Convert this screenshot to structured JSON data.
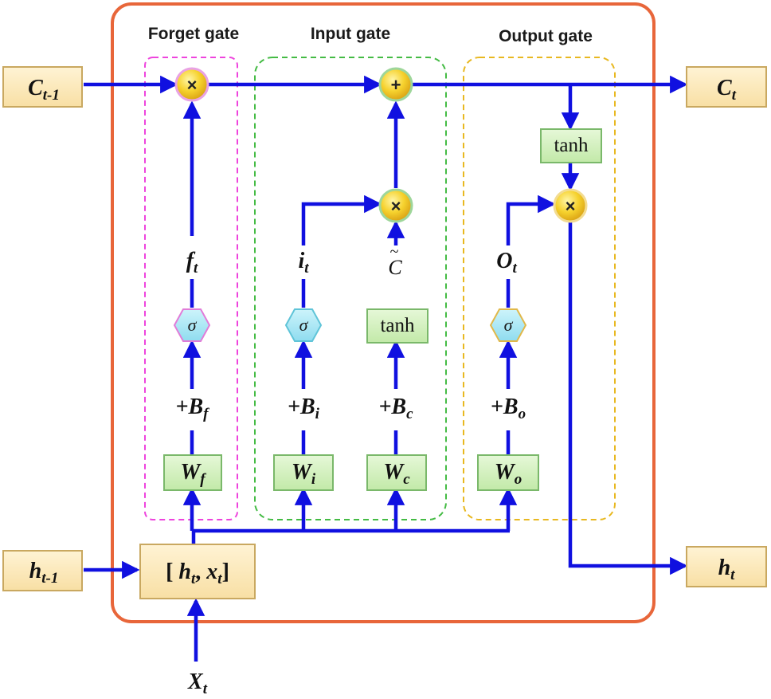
{
  "colors": {
    "arrow": "#1010e0",
    "outer_border": "#e8663a",
    "forget_gate_border": "#ee44dd",
    "input_gate_border": "#44bb44",
    "output_gate_border": "#e8b820",
    "io_box_fill": "#fbe7b8",
    "weight_box_fill": "#cdeeb8",
    "sigma_fill": "#9fe4f2",
    "operator_fill": "#f5cd28"
  },
  "gates": {
    "forget": "Forget gate",
    "input": "Input gate",
    "output": "Output gate"
  },
  "inputs": {
    "c_prev": {
      "main": "C",
      "sub": "t-1"
    },
    "h_prev": {
      "main": "h",
      "sub": "t-1"
    },
    "x": {
      "main": "X",
      "sub": "t"
    }
  },
  "outputs": {
    "c": {
      "main": "C",
      "sub": "t"
    },
    "h": {
      "main": "h",
      "sub": "t"
    }
  },
  "concat": {
    "open": "[ ",
    "h_main": "h",
    "h_sub": "t",
    "comma": ", ",
    "x_main": "x",
    "x_sub": "t",
    "close": "]"
  },
  "weights": {
    "f": {
      "main": "W",
      "sub": "f"
    },
    "i": {
      "main": "W",
      "sub": "i"
    },
    "c": {
      "main": "W",
      "sub": "c"
    },
    "o": {
      "main": "W",
      "sub": "o"
    }
  },
  "biases": {
    "f": {
      "main": "+B",
      "sub": "f"
    },
    "i": {
      "main": "+B",
      "sub": "i"
    },
    "c": {
      "main": "+B",
      "sub": "c"
    },
    "o": {
      "main": "+B",
      "sub": "o"
    }
  },
  "activations": {
    "sigma": "σ",
    "tanh": "tanh"
  },
  "gate_values": {
    "f": {
      "main": "f",
      "sub": "t"
    },
    "i": {
      "main": "i",
      "sub": "t"
    },
    "c_tilde": "C",
    "c_tilde_accent": "~",
    "o": {
      "main": "O",
      "sub": "t"
    }
  },
  "operators": {
    "multiply": "×",
    "add": "+"
  }
}
